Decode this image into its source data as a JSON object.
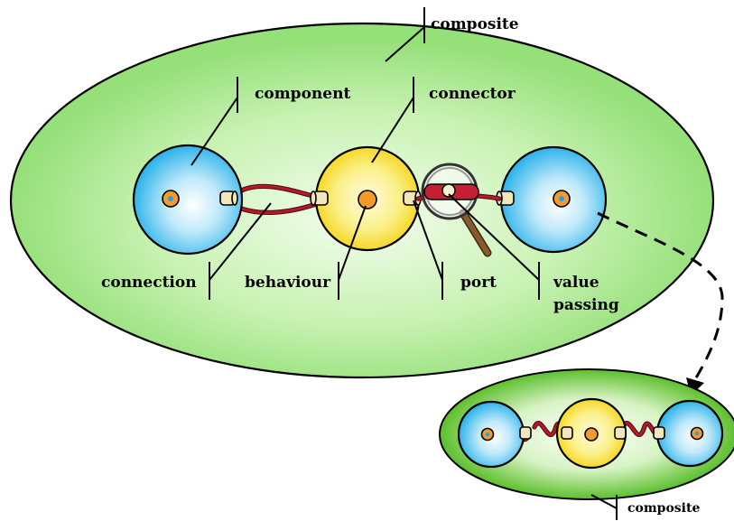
{
  "labels": {
    "composite_top": "composite",
    "component": "component",
    "connector": "connector",
    "connection": "connection",
    "behaviour": "behaviour",
    "port": "port",
    "value_passing_line1": "value",
    "value_passing_line2": "passing",
    "composite_bottom": "composite"
  },
  "colors": {
    "composite_fill": "#a8ea8e",
    "composite_center": "#eefbe8",
    "component_fill": "#3ab8ea",
    "connector_fill": "#f6d81e",
    "wire": "#b01a2a",
    "port_fill": "#f2e6bd",
    "core_fill": "#f29a2a",
    "core_dot": "#2aa0e0"
  },
  "icons": {
    "magnifier": "magnifier-icon",
    "flow_arrow": "dashed-arrow-icon"
  }
}
